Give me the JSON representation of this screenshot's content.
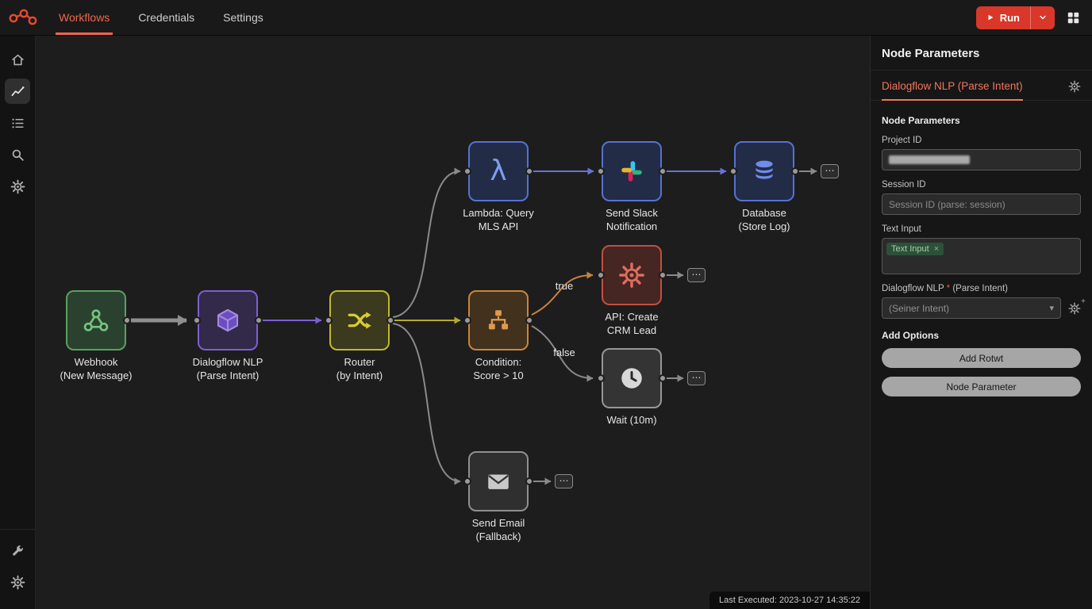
{
  "navbar": {
    "tabs": [
      {
        "label": "Workflows",
        "active": true
      },
      {
        "label": "Credentials",
        "active": false
      },
      {
        "label": "Settings",
        "active": false
      }
    ],
    "run_label": "Run",
    "accent_color": "#f4654e",
    "run_color": "#d8372a"
  },
  "sidebar": {
    "items": [
      "home",
      "activity",
      "list",
      "search",
      "settings"
    ],
    "bottom_items": [
      "tools",
      "settings"
    ]
  },
  "canvas": {
    "nodes": [
      {
        "title": "Webhook",
        "subtitle": "(New Message)",
        "color": "#58a25f",
        "icon": "webhook"
      },
      {
        "title": "Dialogflow NLP",
        "subtitle": "(Parse Intent)",
        "color": "#7e5fd3",
        "icon": "cube"
      },
      {
        "title": "Router",
        "subtitle": "(by Intent)",
        "color": "#c2b82f",
        "icon": "shuffle"
      },
      {
        "title": "Lambda: Query",
        "subtitle": "MLS API",
        "color": "#5572d2",
        "icon": "lambda"
      },
      {
        "title": "Send Slack",
        "subtitle": "Notification",
        "color": "#5572d2",
        "icon": "slack"
      },
      {
        "title": "Database",
        "subtitle": "(Store Log)",
        "color": "#5572d2",
        "icon": "database"
      },
      {
        "title": "Condition:",
        "subtitle": "Score > 10",
        "color": "#c9863a",
        "icon": "sitemap"
      },
      {
        "title": "API: Create",
        "subtitle": "CRM Lead",
        "color": "#c24f41",
        "icon": "gear"
      },
      {
        "title": "Wait (10m)",
        "subtitle": "",
        "color": "#979797",
        "icon": "clock"
      },
      {
        "title": "Send Email",
        "subtitle": "(Fallback)",
        "color": "#8f8f8f",
        "icon": "envelope"
      }
    ],
    "connections": [
      {
        "from": "Webhook",
        "to": "Dialogflow NLP",
        "label": ""
      },
      {
        "from": "Dialogflow NLP",
        "to": "Router",
        "label": ""
      },
      {
        "from": "Router",
        "to": "Lambda: Query MLS API",
        "label": ""
      },
      {
        "from": "Router",
        "to": "Condition: Score > 10",
        "label": ""
      },
      {
        "from": "Router",
        "to": "Send Email (Fallback)",
        "label": ""
      },
      {
        "from": "Condition: Score > 10",
        "to": "API: Create CRM Lead",
        "label": "true"
      },
      {
        "from": "Condition: Score > 10",
        "to": "Wait (10m)",
        "label": "false"
      },
      {
        "from": "Lambda: Query MLS API",
        "to": "Send Slack Notification",
        "label": ""
      },
      {
        "from": "Send Slack Notification",
        "to": "Database (Store Log)",
        "label": ""
      }
    ],
    "status": "Last Executed: 2023-10-27 14:35:22"
  },
  "panel": {
    "title": "Node Parameters",
    "active_tab": "Dialogflow NLP (Parse Intent)",
    "section_title": "Node Parameters",
    "project_id": {
      "label": "Project ID"
    },
    "session_id": {
      "label": "Session ID",
      "placeholder": "Session ID (parse: session)"
    },
    "text_input": {
      "label": "Text Input",
      "chip": "Text Input",
      "chip_close": "×"
    },
    "intent": {
      "label_pre": "Dialogflow NLP",
      "required_mark": "*",
      "label_post": "(Parse Intent)",
      "value": "(Seiner Intent)"
    },
    "add_options_label": "Add Options",
    "buttons": [
      {
        "label": "Add Rotwt"
      },
      {
        "label": "Node Parameter"
      }
    ]
  }
}
